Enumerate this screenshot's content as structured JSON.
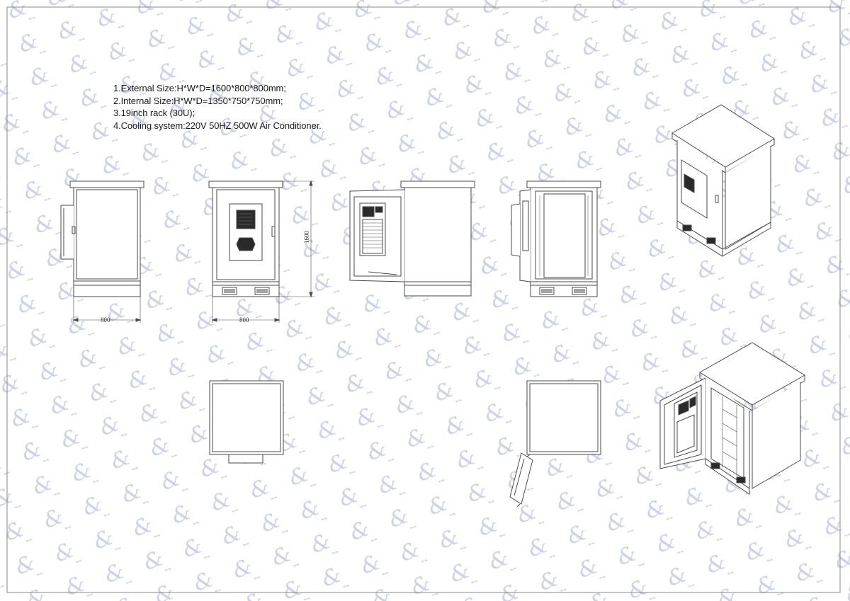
{
  "specs": [
    "1.External Size:H*W*D=1600*800*800mm;",
    "2.Internal Size:H*W*D=1350*750*750mm;",
    "3.19inch rack (30U);",
    "4.Cooling system:220V 50HZ 500W Air Conditioner."
  ],
  "dimensions": {
    "side_width": "800",
    "front_width": "800",
    "front_height": "1600"
  },
  "watermark": {
    "glyph": "&",
    "color": "#c9cde3"
  },
  "colors": {
    "line": "#555555",
    "frame": "#888888"
  }
}
